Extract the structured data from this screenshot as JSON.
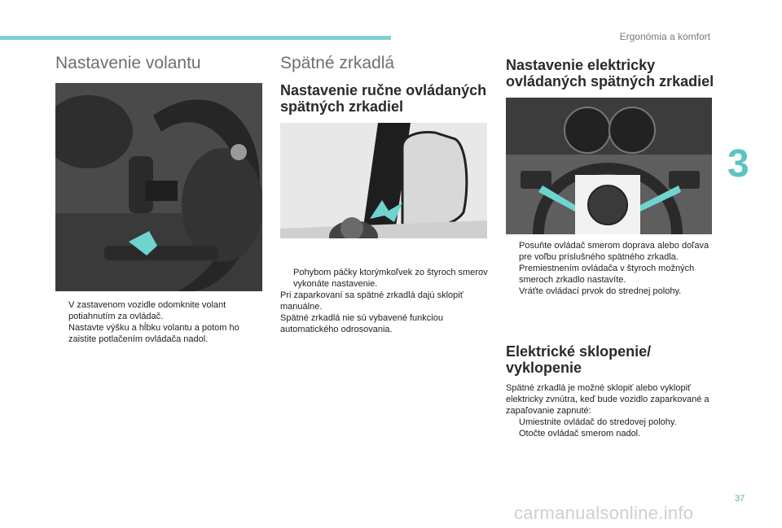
{
  "header": {
    "section_label": "Ergonómia a komfort",
    "chapter_number": "3",
    "page_number": "37",
    "watermark": "carmanualsonline.info"
  },
  "col1": {
    "title": "Nastavenie volantu",
    "bullets": [
      "V zastavenom vozidle odomknite volant potiahnutím za ovládač.",
      "Nastavte výšku a hĺbku volantu a potom ho zaistite potlačením ovládača nadol."
    ]
  },
  "col2": {
    "title": "Spätné zrkadlá",
    "subtitle": "Nastavenie ručne ovládaných spätných zrkadiel",
    "bullets": [
      "Pohybom páčky ktorýmkoľvek zo štyroch smerov vykonáte nastavenie."
    ],
    "paragraphs": [
      "Pri zaparkovaní sa spätné zrkadlá dajú sklopiť manuálne.",
      "Spätné zrkadlá nie sú vybavené funkciou automatického odrosovania."
    ]
  },
  "col3": {
    "title": "Nastavenie elektricky ovládaných spätných zrkadiel",
    "bullets": [
      "Posuňte ovládač smerom doprava alebo doľava pre voľbu príslušného spätného zrkadla.",
      "Premiestnením ovládača v štyroch možných smeroch zrkadlo nastavíte.",
      "Vráťte ovládací prvok do strednej polohy."
    ],
    "subtitle2": "Elektrické sklopenie/ vyklopenie",
    "paragraph2": "Spätné zrkadlá je možné sklopiť alebo vyklopiť elektricky zvnútra, keď bude vozidlo zaparkované a zapaľovanie zapnuté:",
    "bullets2": [
      "Umiestnite ovládač do stredovej polohy.",
      "Otočte ovládač smerom nadol."
    ]
  },
  "bullet_symbol": "",
  "icons": [
    "bullet-arrow-icon",
    "arrow-indicator-icon",
    "mirror-control-knob-icon"
  ],
  "colors": {
    "accent": "#5cc4c1",
    "arrow": "#6fd3d0"
  }
}
